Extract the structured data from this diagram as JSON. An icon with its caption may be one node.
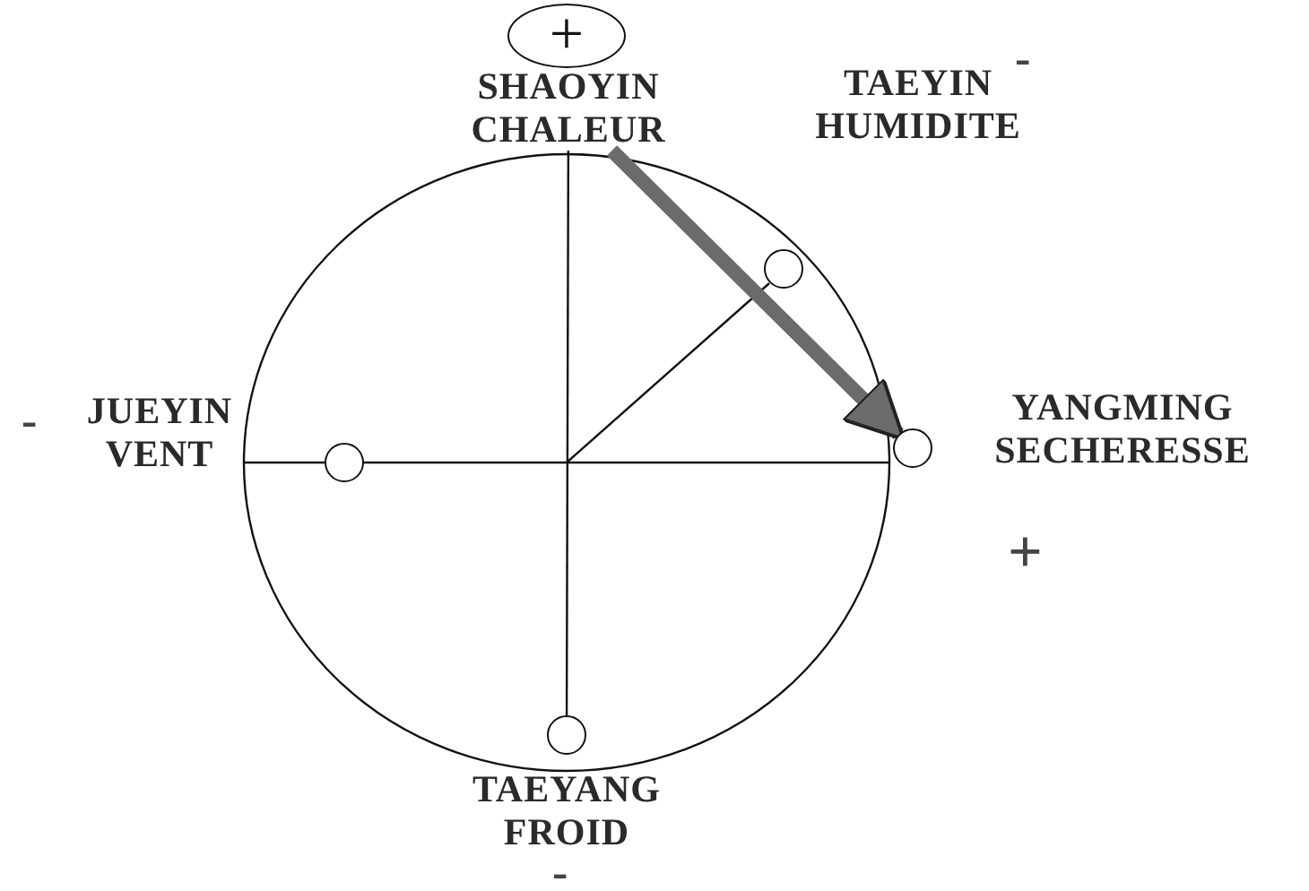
{
  "diagram": {
    "nodes": [
      {
        "text": [
          "+"
        ]
      },
      {
        "text": [
          "SHAOYIN CHALEUR"
        ]
      },
      {
        "text": [
          "TAEYIN HUMIDITE"
        ]
      },
      {
        "text": [],
        "shape": "circle"
      },
      {
        "text": [
          "JUEYIN VENT"
        ]
      },
      {
        "text": [],
        "shape": "circle"
      },
      {
        "text": [],
        "shape": "circle"
      },
      {
        "text": [
          "YANGMING SECHERESSE"
        ]
      },
      {
        "text": [],
        "shape": "circle"
      },
      {
        "text": [
          "TAEYANG FROID"
        ]
      }
    ],
    "edges": [
      {
        "from": 1,
        "to": 6,
        "arrow": "to",
        "style": "thick"
      },
      {
        "from": 1,
        "to": 8,
        "arrow": "none"
      }
    ],
    "labels": [
      "-",
      "-",
      "+",
      "-"
    ]
  }
}
